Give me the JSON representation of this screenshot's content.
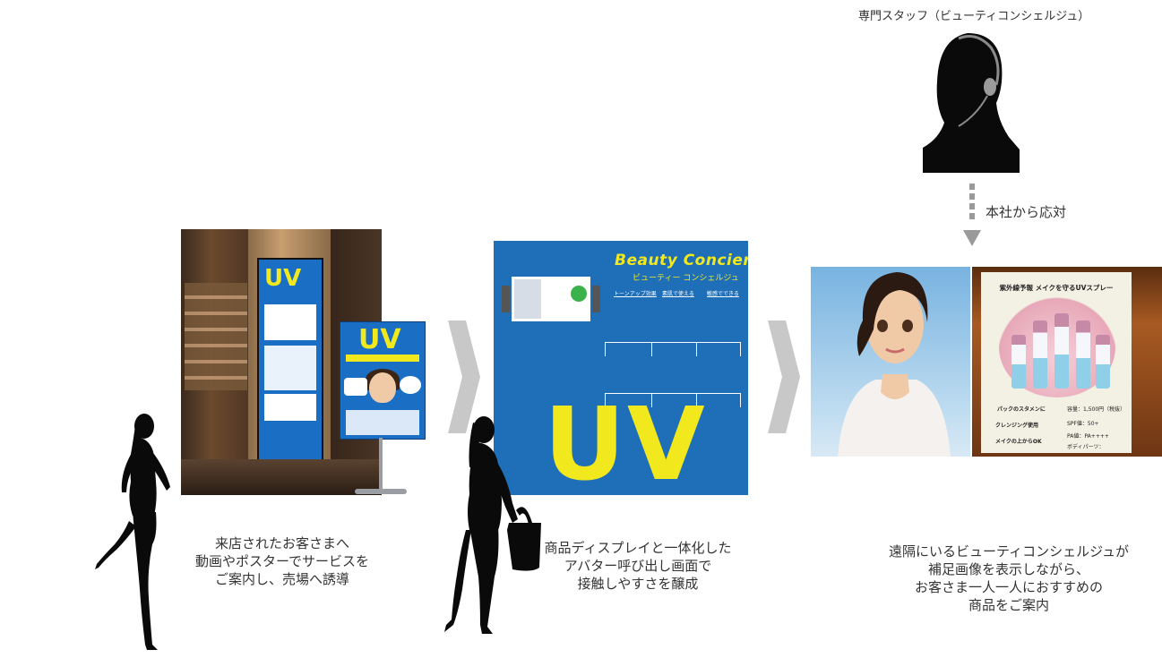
{
  "store_photo": {
    "screen_uv": "UV"
  },
  "poster": {
    "uv": "UV"
  },
  "display": {
    "title": "Beauty Concierge",
    "subtitle": "ビューティー コンシェルジュ",
    "menu": [
      "トーンアップ効果",
      "素肌で使える",
      "敏感でできる"
    ],
    "uv": "UV"
  },
  "product": {
    "title": "紫外線予報 メイクを守るUVスプレー",
    "left_lines": [
      "パックのスタメンに",
      "クレンジング使用",
      "メイクの上からOK"
    ],
    "right_lines": [
      "容量：1,500円（税抜）",
      "SPF値：50+",
      "PA値：PA++++",
      "ボディパーツ："
    ]
  },
  "staff": {
    "label": "専門スタッフ（ビューティコンシェルジュ）",
    "arrow_label": "本社から応対"
  },
  "captions": {
    "step1": "来店されたお客さまへ\n動画やポスターでサービスを\nご案内し、売場へ誘導",
    "step2": "商品ディスプレイと一体化した\nアバター呼び出し画面で\n接触しやすさを醸成",
    "step3": "遠隔にいるビューティコンシェルジュが\n補足画像を表示しながら、\nお客さま一人一人におすすめの\n商品をご案内"
  },
  "colors": {
    "screen_blue": "#1f6fb8",
    "uv_yellow": "#f2e81e",
    "chevron_gray": "#c8c8c8",
    "silhouette": "#0a0a0a"
  }
}
